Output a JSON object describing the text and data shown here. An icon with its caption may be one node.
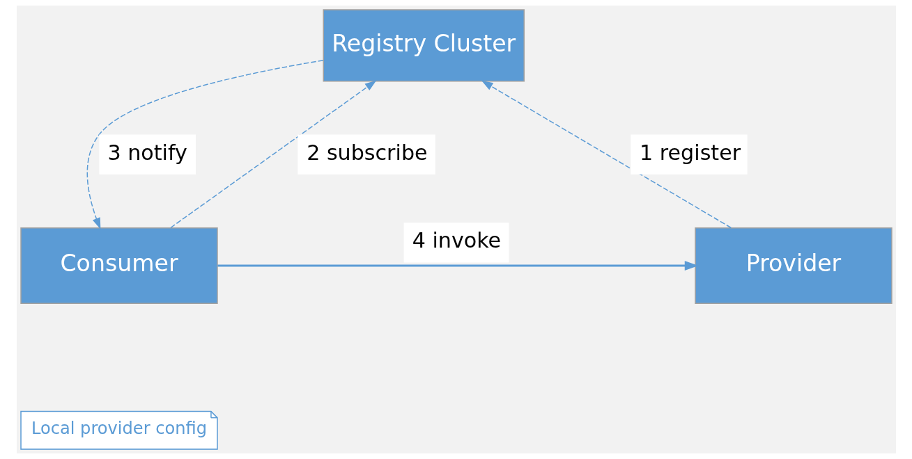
{
  "diagram": {
    "nodes": [
      {
        "text": [
          "Registry Cluster"
        ]
      },
      {
        "text": [
          "Consumer"
        ]
      },
      {
        "text": [
          "Provider"
        ]
      },
      {
        "text": [
          "Local provider config"
        ]
      }
    ],
    "edges": [
      {
        "from": 1,
        "to": 0,
        "arrow": "to",
        "style": "dashed",
        "label": "2 subscribe"
      },
      {
        "from": 0,
        "to": 1,
        "arrow": "to",
        "style": "dashed",
        "label": "3 notify"
      },
      {
        "from": 2,
        "to": 0,
        "arrow": "to",
        "style": "dashed",
        "label": "1 register"
      },
      {
        "from": 1,
        "to": 2,
        "arrow": "to",
        "label": "4 invoke"
      }
    ]
  }
}
